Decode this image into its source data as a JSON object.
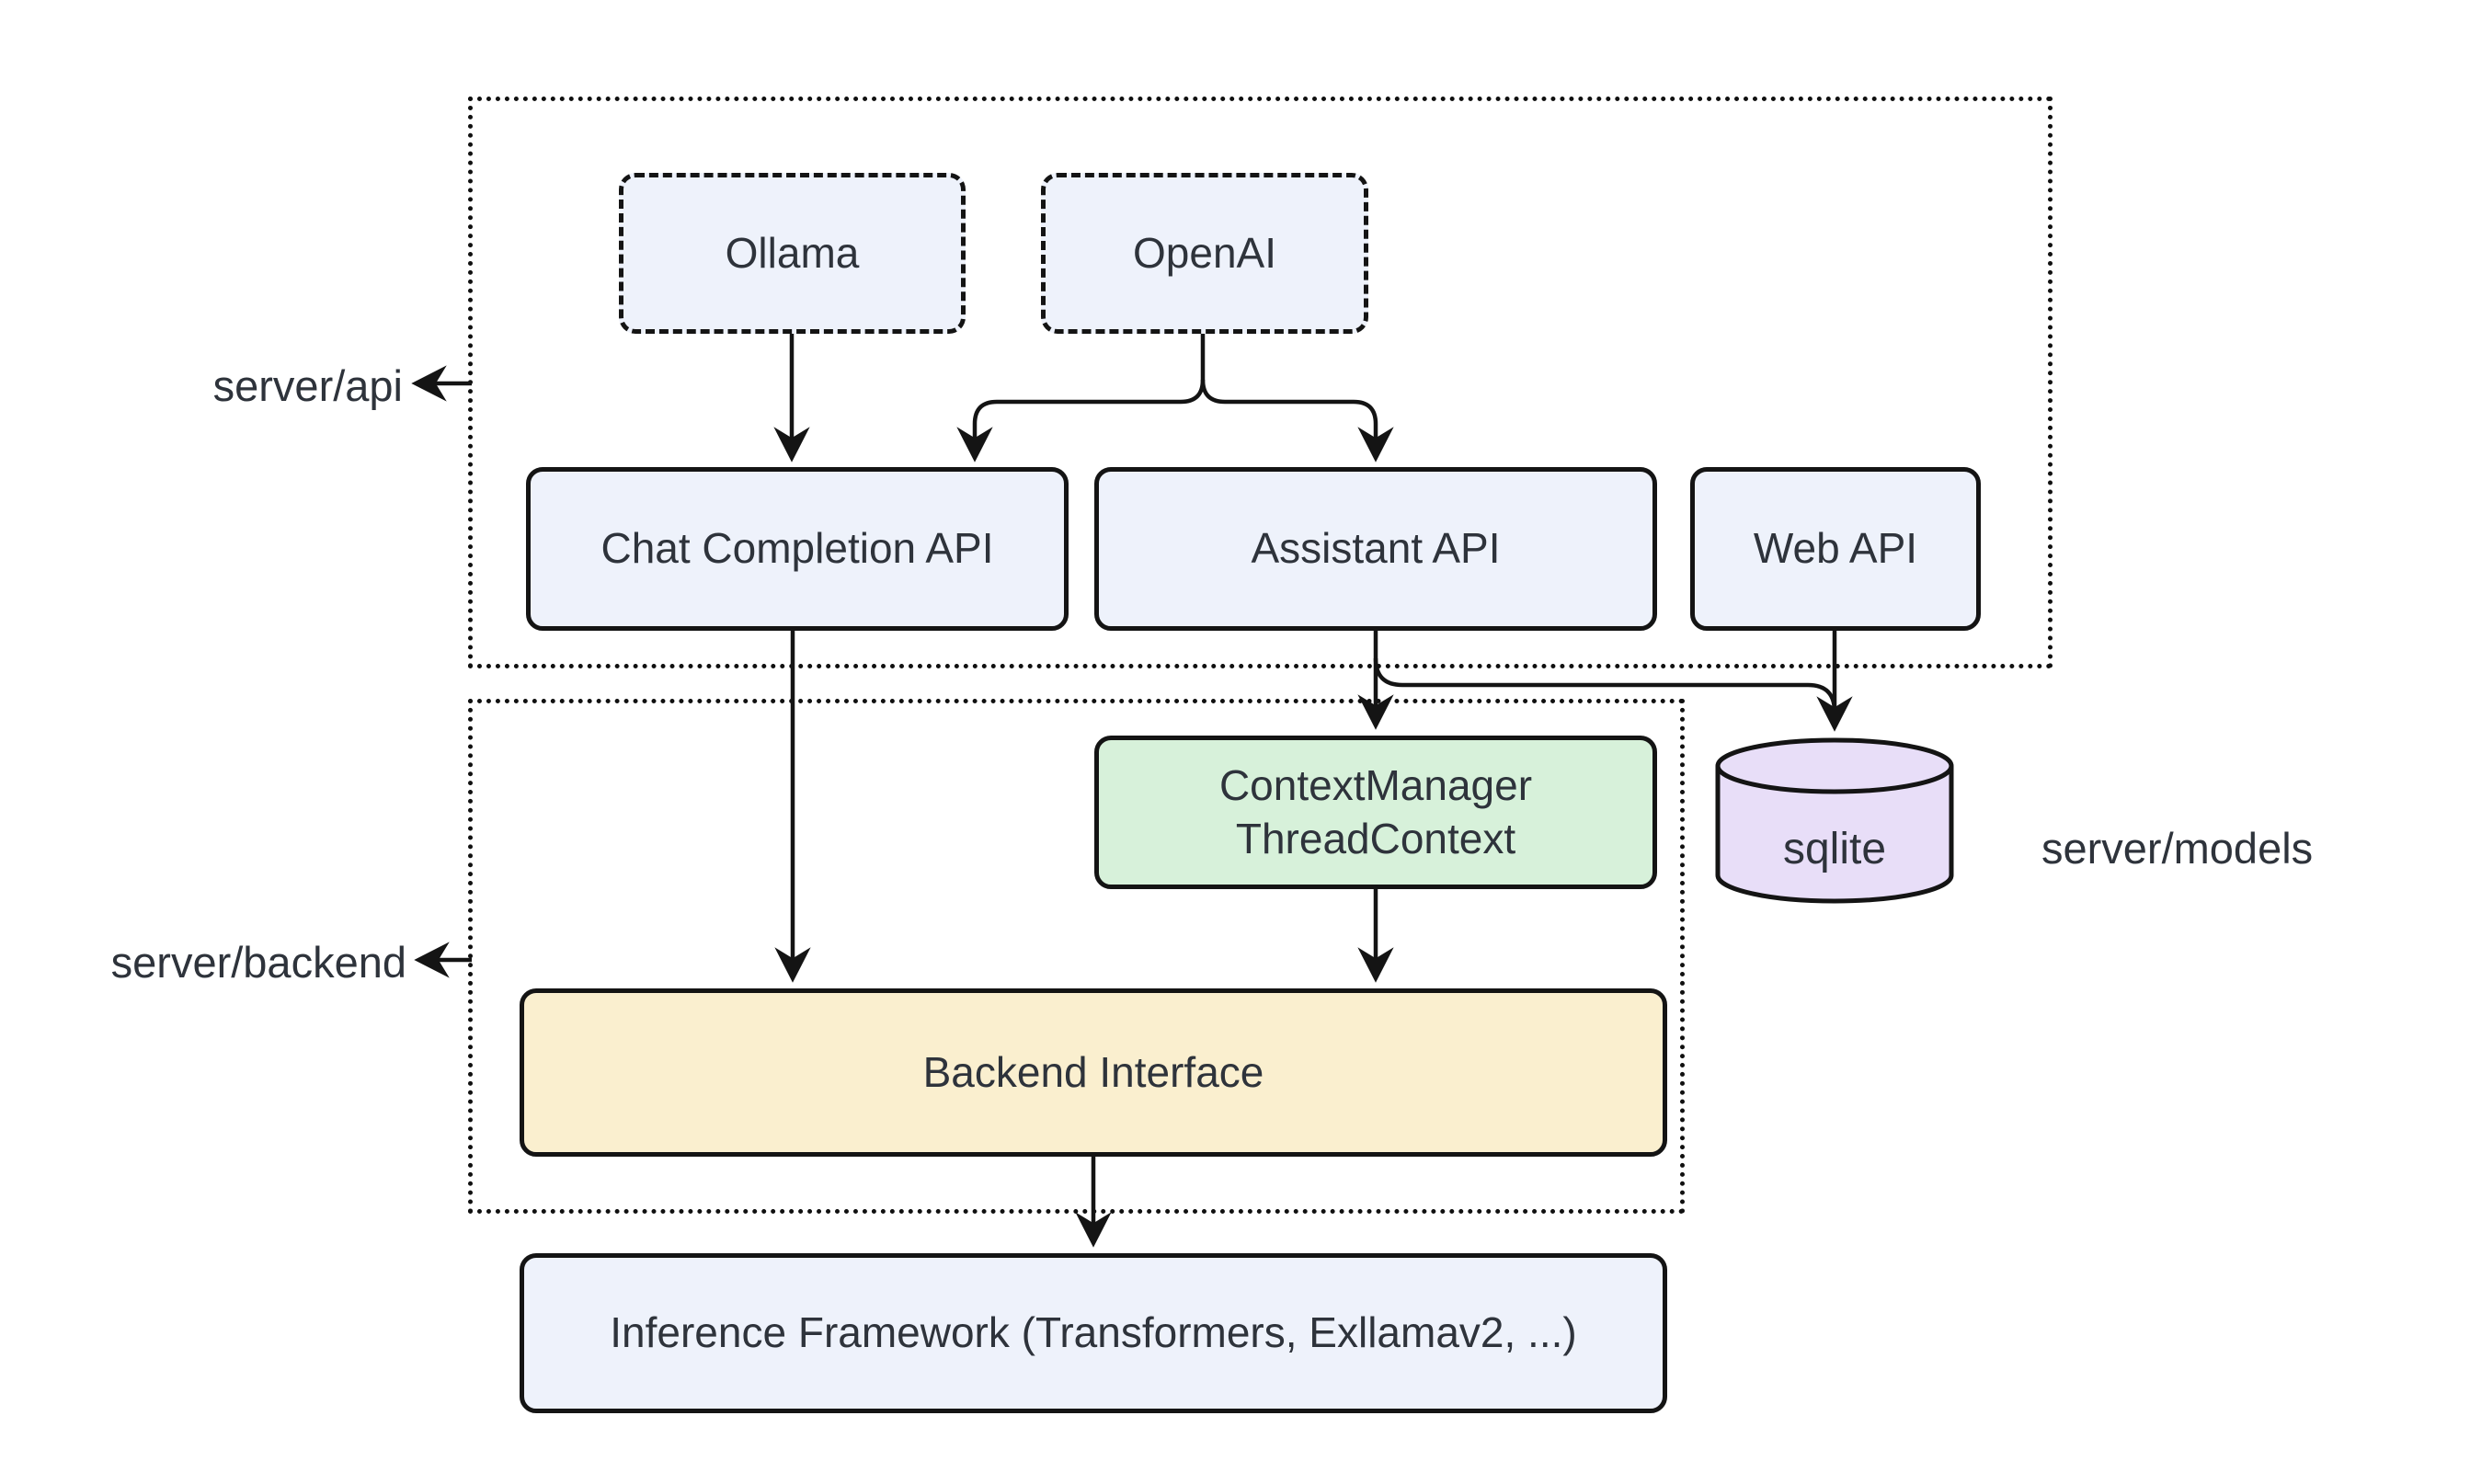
{
  "groups": {
    "server_api": {
      "label": "server/api"
    },
    "server_backend": {
      "label": "server/backend"
    },
    "server_models": {
      "label": "server/models"
    }
  },
  "nodes": {
    "ollama": {
      "label": "Ollama"
    },
    "openai": {
      "label": "OpenAI"
    },
    "chat_completion_api": {
      "label": "Chat Completion API"
    },
    "assistant_api": {
      "label": "Assistant API"
    },
    "web_api": {
      "label": "Web API"
    },
    "context_manager": {
      "line1": "ContextManager",
      "line2": "ThreadContext"
    },
    "sqlite": {
      "label": "sqlite"
    },
    "backend_interface": {
      "label": "Backend Interface"
    },
    "inference_framework": {
      "label": "Inference Framework (Transformers, Exllamav2, ...)"
    }
  },
  "edges": [
    {
      "from": "ollama",
      "to": "chat_completion_api"
    },
    {
      "from": "openai",
      "to": "chat_completion_api"
    },
    {
      "from": "openai",
      "to": "assistant_api"
    },
    {
      "from": "chat_completion_api",
      "to": "backend_interface"
    },
    {
      "from": "assistant_api",
      "to": "context_manager"
    },
    {
      "from": "assistant_api",
      "to": "sqlite"
    },
    {
      "from": "web_api",
      "to": "sqlite"
    },
    {
      "from": "context_manager",
      "to": "backend_interface"
    },
    {
      "from": "backend_interface",
      "to": "inference_framework"
    }
  ],
  "colors": {
    "node_blue": "#eef2fb",
    "node_green": "#d7f1da",
    "node_yellow": "#faefcf",
    "node_purple": "#e8def8",
    "line": "#141414",
    "text": "#2e333b"
  }
}
